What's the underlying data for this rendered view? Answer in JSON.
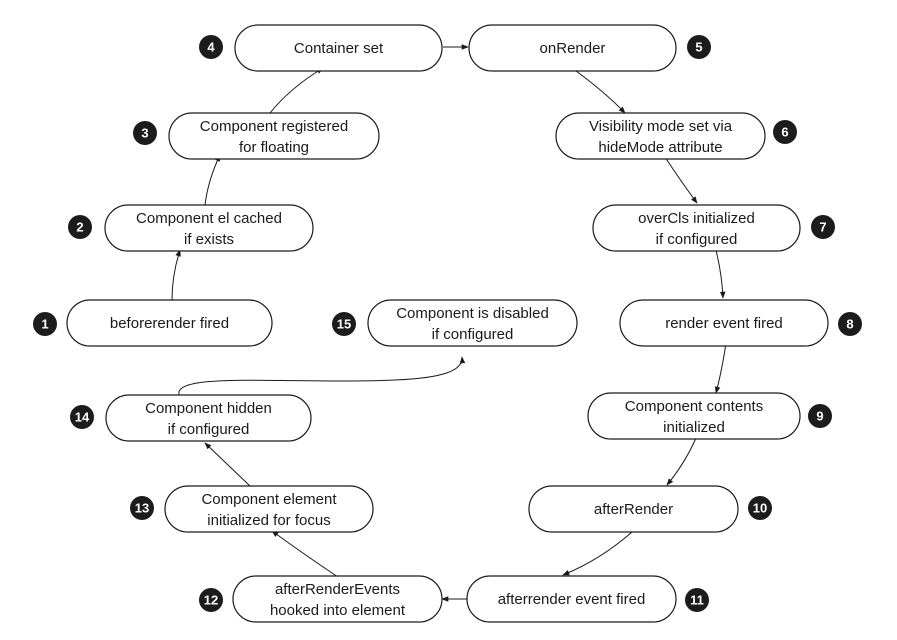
{
  "steps": [
    {
      "num": "1",
      "lines": [
        "beforerender fired"
      ]
    },
    {
      "num": "2",
      "lines": [
        "Component el cached",
        "if exists"
      ]
    },
    {
      "num": "3",
      "lines": [
        "Component registered",
        "for floating"
      ]
    },
    {
      "num": "4",
      "lines": [
        "Container set"
      ]
    },
    {
      "num": "5",
      "lines": [
        "onRender"
      ]
    },
    {
      "num": "6",
      "lines": [
        "Visibility mode set via",
        "hideMode attribute"
      ]
    },
    {
      "num": "7",
      "lines": [
        "overCls initialized",
        "if configured"
      ]
    },
    {
      "num": "8",
      "lines": [
        "render event fired"
      ]
    },
    {
      "num": "9",
      "lines": [
        "Component contents",
        "initialized"
      ]
    },
    {
      "num": "10",
      "lines": [
        "afterRender"
      ]
    },
    {
      "num": "11",
      "lines": [
        "afterrender event fired"
      ]
    },
    {
      "num": "12",
      "lines": [
        "afterRenderEvents",
        "hooked into element"
      ]
    },
    {
      "num": "13",
      "lines": [
        "Component element",
        "initialized for focus"
      ]
    },
    {
      "num": "14",
      "lines": [
        "Component hidden",
        "if configured"
      ]
    },
    {
      "num": "15",
      "lines": [
        "Component is disabled",
        "if configured"
      ]
    }
  ]
}
